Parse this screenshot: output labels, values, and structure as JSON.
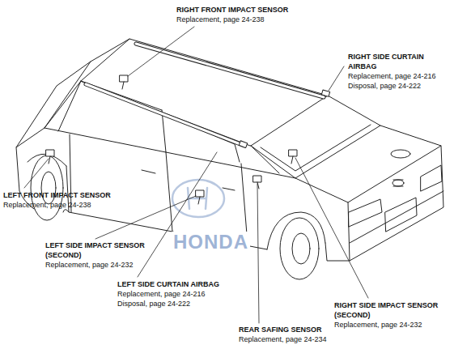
{
  "diagram": {
    "labels": [
      "RIGHT FRONT IMPACT SENSOR",
      "Replacement, page 24-238",
      "RIGHT SIDE CURTAIN AIRBAG",
      "Replacement, page 24-216",
      "Disposal, page 24-222",
      "LEFT FRONT IMPACT SENSOR",
      "Replacement, page 24-238",
      "LEFT SIDE IMPACT SENSOR (SECOND)",
      "Replacement, page 24-232",
      "LEFT SIDE CURTAIN AIRBAG",
      "Replacement, page 24-216",
      "Disposal, page 24-222",
      "RIGHT SIDE IMPACT SENSOR (SECOND)",
      "Replacement, page 24-232",
      "REAR SAFING SENSOR",
      "Replacement, page 24-234",
      "HONDA"
    ]
  }
}
